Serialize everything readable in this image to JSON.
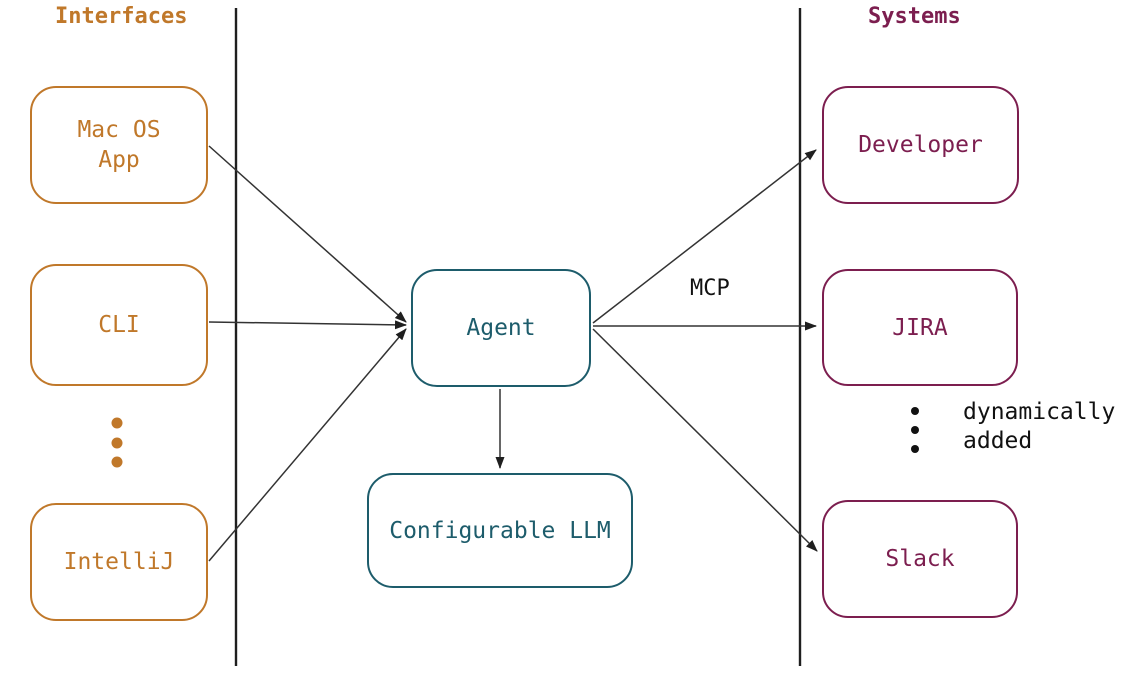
{
  "diagram": {
    "headers": {
      "interfaces": "Interfaces",
      "systems": "Systems"
    },
    "nodes": {
      "mac_os_app": {
        "label": "Mac OS\nApp"
      },
      "cli": {
        "label": "CLI"
      },
      "intellij": {
        "label": "IntelliJ"
      },
      "agent": {
        "label": "Agent"
      },
      "configurable_llm": {
        "label": "Configurable LLM"
      },
      "developer": {
        "label": "Developer"
      },
      "jira": {
        "label": "JIRA"
      },
      "slack": {
        "label": "Slack"
      }
    },
    "edges": {
      "mcp_label": "MCP"
    },
    "annotations": {
      "dynamically_added": "dynamically\nadded"
    }
  },
  "colors": {
    "orange": "#c0782a",
    "maroon": "#7c1e4f",
    "teal": "#1d5c6b",
    "line": "#1f1f1f",
    "edge": "#333333",
    "text": "#111111",
    "background": "#ffffff"
  }
}
